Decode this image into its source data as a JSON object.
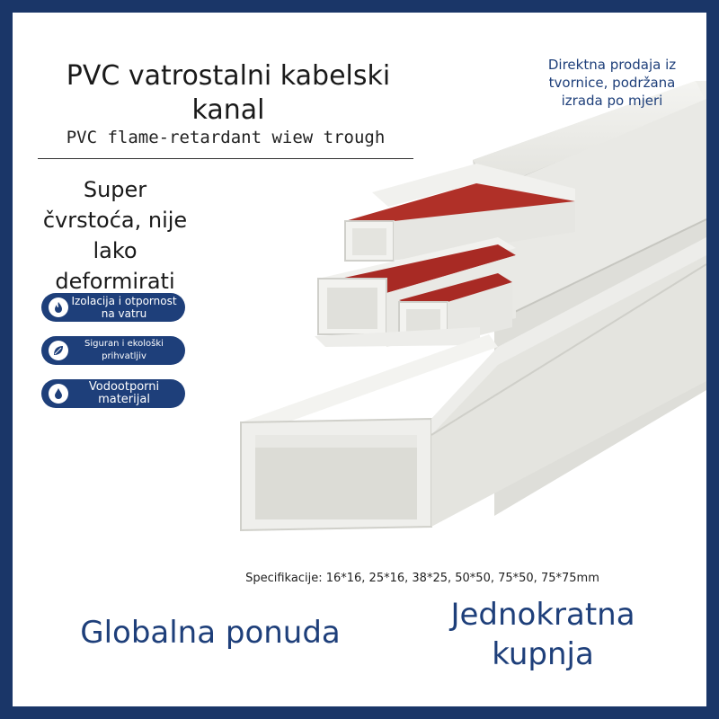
{
  "title": "PVC vatrostalni kabelski kanal",
  "subtitle": "PVC flame-retardant wiew trough",
  "top_right_note": "Direktna prodaja iz tvornice, podržana izrada po mjeri",
  "headline": "Super čvrstoća, nije lako deformirati",
  "badges": [
    {
      "icon": "flame-icon",
      "label": "Izolacija i otpornost na vatru"
    },
    {
      "icon": "leaf-icon",
      "label": "Siguran i ekološki prihvatljiv"
    },
    {
      "icon": "water-drop-icon",
      "label": "Vodootporni materijal"
    }
  ],
  "specifications": "Specifikacije: 16*16, 25*16, 38*25, 50*50, 75*50, 75*75mm",
  "bottom_left": "Globalna ponuda",
  "bottom_right": "Jednokratna kupnja",
  "colors": {
    "border": "#1a3668",
    "accent": "#1e3f7a",
    "trough": "#ecece8",
    "tape": "#a52a24"
  }
}
